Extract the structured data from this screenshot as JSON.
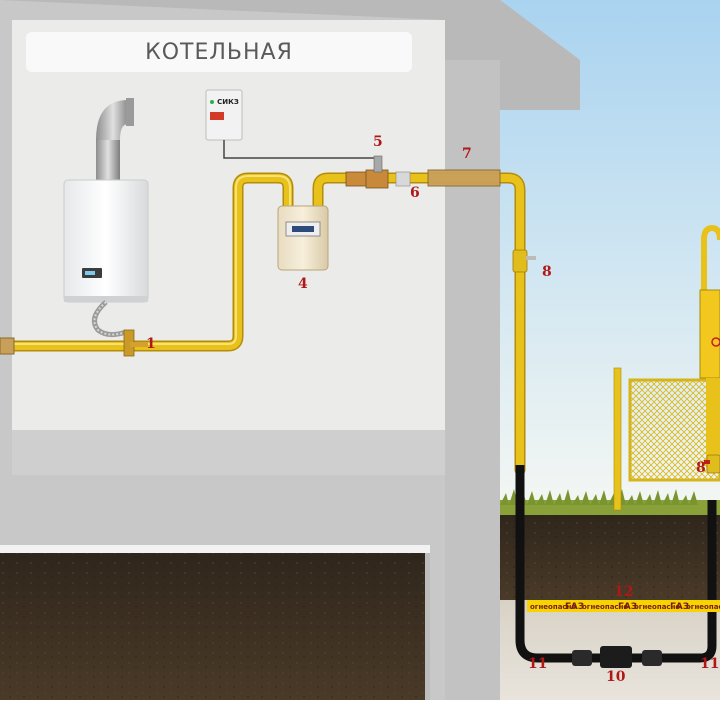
{
  "room_label": "КОТЕЛЬНАЯ",
  "sensor_label": "СИКЗ",
  "callouts": {
    "n1": "1",
    "n4": "4",
    "n5": "5",
    "n6": "6",
    "n7": "7",
    "n8_left": "8",
    "n8_right": "8",
    "n10": "10",
    "n11_left": "11",
    "n11_right": "11",
    "n12": "12"
  },
  "warning_tape": {
    "word_danger": "огнеопасно",
    "word_gas": "ГАЗ"
  },
  "colors": {
    "pipe_yellow": "#e8c21a",
    "callout_red": "#b01818",
    "wall_grey": "#c9c9c9",
    "soil_brown": "#3a2d1f",
    "sky_blue": "#cfe6f5"
  }
}
